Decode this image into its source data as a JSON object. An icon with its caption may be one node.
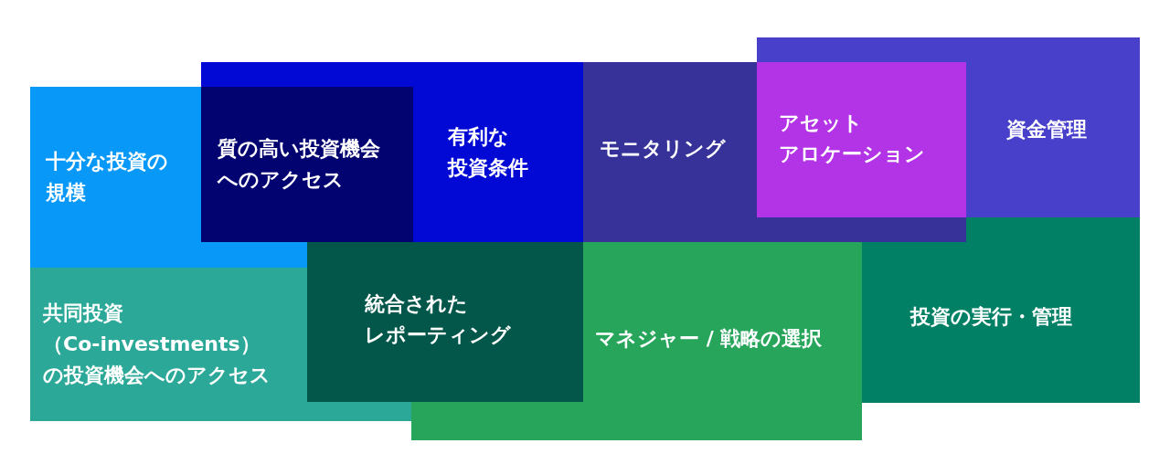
{
  "diagram": {
    "nodes": [
      {
        "text": [
          "十分な投資の規模"
        ]
      },
      {
        "text": [
          "質の高い投資機会へのアクセス"
        ]
      },
      {
        "text": [
          "有利な投資条件"
        ]
      },
      {
        "text": [
          "モニタリング"
        ]
      },
      {
        "text": [
          "アセットアロケーション"
        ]
      },
      {
        "text": [
          "資金管理"
        ]
      },
      {
        "text": [
          "共同投資（Co-investments）の投資機会へのアクセス"
        ]
      },
      {
        "text": [
          "統合されたレポーティング"
        ]
      },
      {
        "text": [
          "マネジャー / 戦略の選択"
        ]
      },
      {
        "text": [
          "投資の実行・管理"
        ]
      }
    ]
  }
}
